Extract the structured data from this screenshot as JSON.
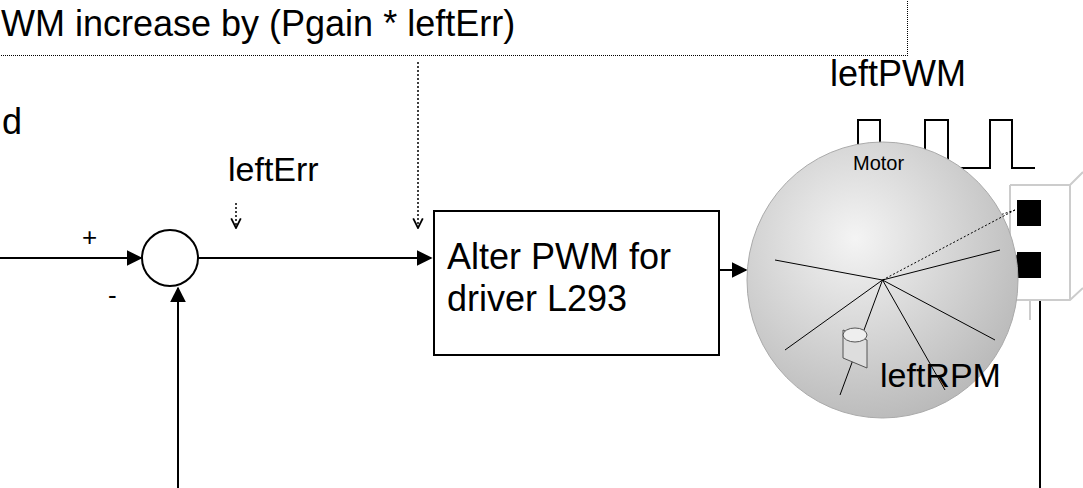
{
  "diagram": {
    "nodes": [
      {
        "text": [
          "WM increase by (Pgain * leftErr)"
        ]
      },
      {
        "text": [
          "Alter PWM for driver L293"
        ]
      },
      {
        "text": [
          "Motor"
        ]
      }
    ],
    "edges": [
      {
        "from": 1,
        "to": 2,
        "arrow": "to"
      }
    ],
    "labels": [
      "leftPWM",
      "d",
      "leftErr",
      "+",
      "-",
      "leftRPM"
    ]
  }
}
